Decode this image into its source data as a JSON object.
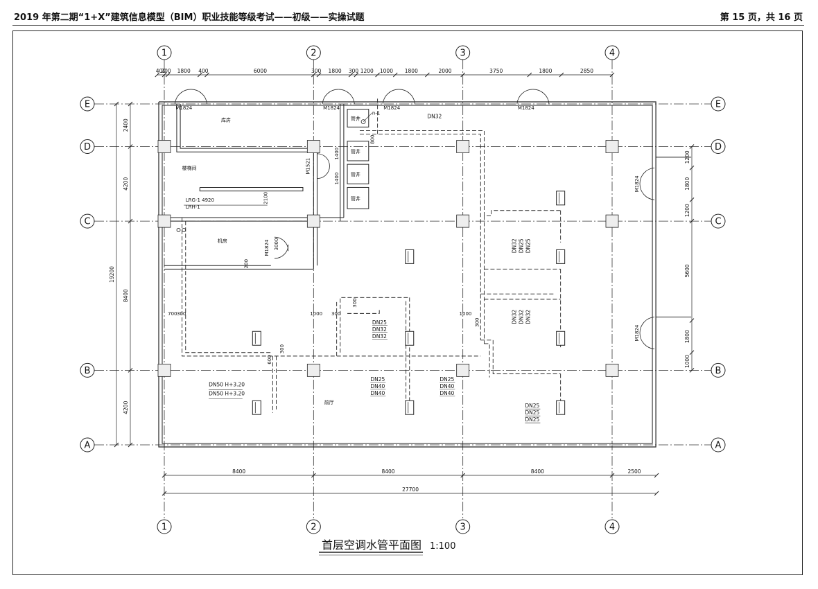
{
  "header": {
    "left": "2019 年第二期“1+X”建筑信息模型（BIM）职业技能等级考试——初级——实操试题",
    "right": "第 15 页，共 16 页"
  },
  "plan": {
    "title": "首层空调水管平面图",
    "scale": "1:100",
    "grid_columns": [
      {
        "label": "1",
        "mm": 0
      },
      {
        "label": "2",
        "mm": 8400
      },
      {
        "label": "3",
        "mm": 16800
      },
      {
        "label": "4",
        "mm": 25200
      }
    ],
    "grid_rows": [
      {
        "label": "A",
        "mm": 0
      },
      {
        "label": "B",
        "mm": 4200
      },
      {
        "label": "C",
        "mm": 12600
      },
      {
        "label": "D",
        "mm": 16800
      },
      {
        "label": "E",
        "mm": 19200
      }
    ],
    "top_dims": [
      "400",
      "200",
      "1800",
      "400",
      "6000",
      "300",
      "1800",
      "300",
      "1200",
      "1000",
      "1800",
      "2000",
      "3750",
      "1800",
      "2850"
    ],
    "bottom_dims": [
      "8400",
      "8400",
      "8400",
      "2500"
    ],
    "total_width": "27700",
    "left_dims": [
      "2400",
      "4200",
      "8400",
      "4200"
    ],
    "total_height": "19200",
    "right_dims": [
      "1200",
      "1800",
      "1200",
      "5600",
      "1800",
      "1000"
    ],
    "doors": {
      "m1824": "M1824",
      "m1521": "M1521"
    },
    "rooms": {
      "r1": "库房",
      "r2": "楼梯间",
      "r3": "机房",
      "r4": "前厅"
    },
    "shafts": "管井",
    "pipe_labels": {
      "n1": "n-1",
      "dn32": "DN32",
      "dn25": "DN25",
      "dn40": "DN40",
      "dn50_h": "DN50  H+3.20",
      "lrg": "LRG-1  4920",
      "lrh": "LRH-1"
    },
    "misc_dims": [
      "800",
      "1400",
      "1400",
      "2100",
      "3000",
      "200",
      "700",
      "300",
      "1000",
      "300",
      "300",
      "1000",
      "600",
      "300",
      "300"
    ]
  }
}
